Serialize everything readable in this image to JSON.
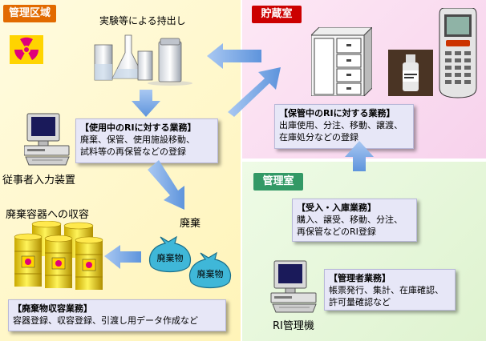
{
  "zones": {
    "control": {
      "label": "管理区域",
      "color": "#e26a00"
    },
    "storage": {
      "label": "貯蔵室",
      "color": "#cc0000"
    },
    "admin": {
      "label": "管理室",
      "color": "#339966"
    }
  },
  "labels": {
    "experiment": "実験等による持出し",
    "terminal": "従事者入力装置",
    "waste_storage": "廃棄容器への収容",
    "disposal": "廃棄",
    "waste1": "廃棄物",
    "waste2": "廃棄物",
    "ri_pc": "RI管理機"
  },
  "boxes": {
    "in_use": {
      "title": "【使用中のRIに対する業務】",
      "lines": [
        "廃棄、保管、使用施設移動、",
        "試料等の再保管などの登録"
      ]
    },
    "stored": {
      "title": "【保管中のRIに対する業務】",
      "lines": [
        "出庫使用、分注、移動、譲渡、",
        "在庫処分などの登録"
      ]
    },
    "receive": {
      "title": "【受入・入庫業務】",
      "lines": [
        "購入、譲受、移動、分注、",
        "再保管などのRI登録"
      ]
    },
    "manager": {
      "title": "【管理者業務】",
      "lines": [
        "帳票発行、集計、在庫確認、",
        "許可量確認など"
      ]
    },
    "waste": {
      "title": "【廃棄物収容業務】",
      "lines": [
        "容器登録、収容登録、引渡し用データ作成など"
      ]
    }
  }
}
